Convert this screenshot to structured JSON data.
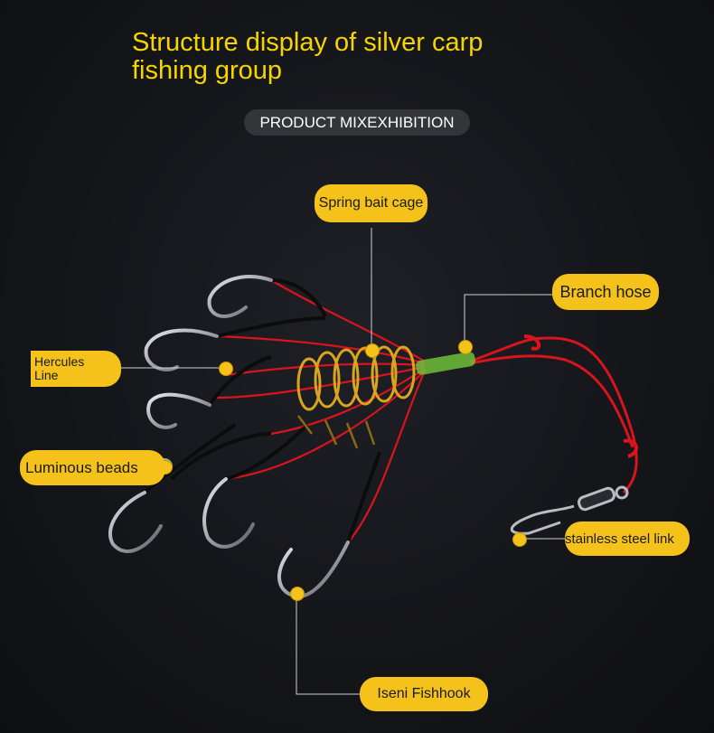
{
  "title": "Structure display of silver carp\nfishing group",
  "subtitle": "PRODUCT MIXEXHIBITION",
  "labels": {
    "spring_bait_cage": "Spring bait cage",
    "branch_hose": "Branch hose",
    "hercules_line": "Hercules\nLine",
    "luminous_beads": "Luminous beads",
    "stainless_steel_link": "stainless steel link",
    "iseni_fishhook": "Iseni Fishhook"
  },
  "colors": {
    "title": "#f5d400",
    "label_fill": "#f4c21a",
    "line_red": "#d8141c",
    "hose_black": "#111111",
    "spring_gold": "#d9a520",
    "hook_silver": "#b9bcc2",
    "background": "#141519"
  }
}
